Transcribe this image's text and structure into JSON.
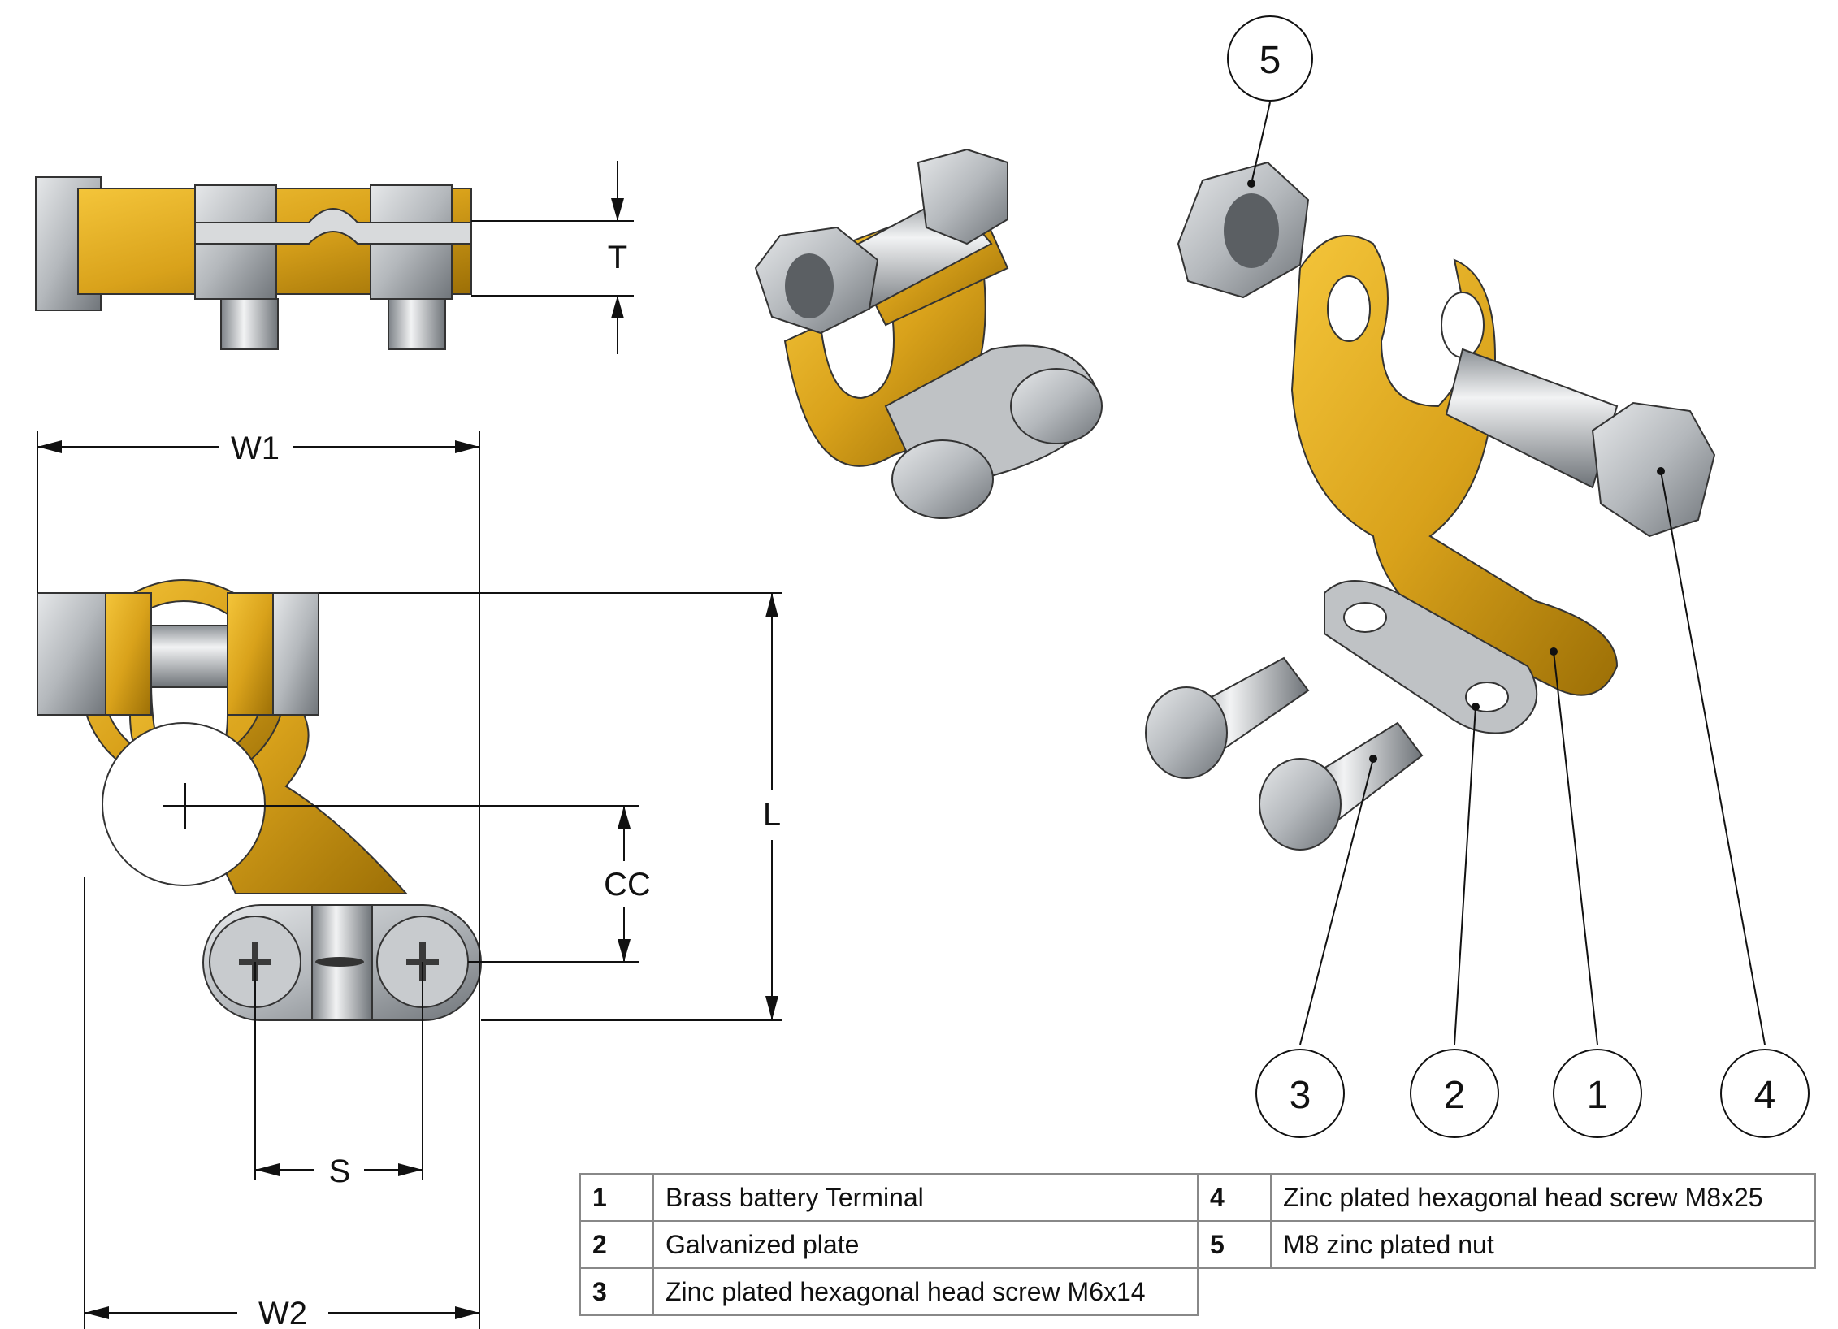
{
  "dimensions": {
    "T": "T",
    "W1": "W1",
    "W2": "W2",
    "L": "L",
    "CC": "CC",
    "S": "S"
  },
  "callouts": [
    "5",
    "3",
    "2",
    "1",
    "4"
  ],
  "parts": [
    {
      "num": "1",
      "desc": "Brass battery Terminal"
    },
    {
      "num": "2",
      "desc": "Galvanized plate"
    },
    {
      "num": "3",
      "desc": "Zinc plated hexagonal head screw M6x14"
    },
    {
      "num": "4",
      "desc": "Zinc plated hexagonal head screw M8x25"
    },
    {
      "num": "5",
      "desc": "M8 zinc plated nut"
    }
  ],
  "colors": {
    "brass": "#D9A21B",
    "brass_dark": "#A67708",
    "steel": "#B8BCC0",
    "steel_dark": "#6E7276",
    "line": "#111111"
  }
}
